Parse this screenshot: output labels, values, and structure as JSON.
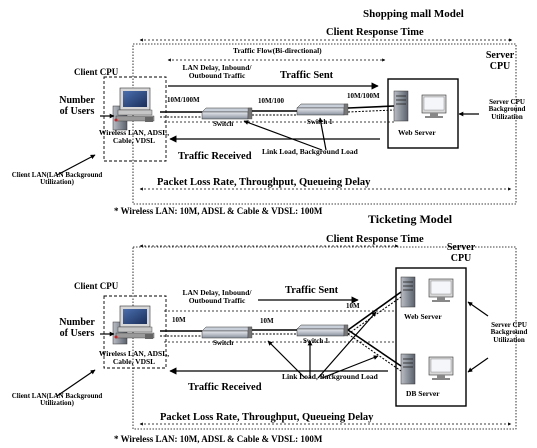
{
  "shopping": {
    "title": "Shopping mall Model",
    "client_response_time": "Client Response Time",
    "traffic_flow": "Traffic Flow(Bi-directional)",
    "client_cpu": "Client CPU",
    "server_cpu_line1": "Server",
    "server_cpu_line2": "CPU",
    "lan_delay_line1": "LAN Delay, Inbound/",
    "lan_delay_line2": "Outbound Traffic",
    "traffic_sent": "Traffic Sent",
    "link_10m_100m": "10M/100M",
    "link_10m_100_mid": "10M/100",
    "link_10m_100m_right": "10M/100M",
    "switch_label": "Switch",
    "switch1_label": "Switch 1",
    "web_server": "Web Server",
    "number_of_users_line1": "Number",
    "number_of_users_line2": "of Users",
    "server_bg_line1": "Server CPU",
    "server_bg_line2": "Background",
    "server_bg_line3": "Utilization",
    "wireless_line1": "Wireless LAN, ADSL,",
    "wireless_line2": "Cable, VDSL",
    "link_load": "Link Load, Background Load",
    "traffic_received": "Traffic Received",
    "client_lan_line1": "Client LAN(LAN Background",
    "client_lan_line2": "Utilization)",
    "packet_loss": "Packet Loss Rate, Throughput, Queueing Delay",
    "footnote": "* Wireless LAN: 10M, ADSL & Cable & VDSL: 100M"
  },
  "ticketing": {
    "title": "Ticketing Model",
    "client_response_time": "Client Response Time",
    "server_cpu_line1": "Server",
    "server_cpu_line2": "CPU",
    "client_cpu": "Client CPU",
    "lan_delay_line1": "LAN Delay, Inbound/",
    "lan_delay_line2": "Outbound Traffic",
    "traffic_sent": "Traffic Sent",
    "link_10m_left": "10M",
    "link_10m_mid": "10M",
    "link_10m_right": "10M",
    "web_server": "Web Server",
    "number_of_users_line1": "Number",
    "number_of_users_line2": "of Users",
    "switch_label": "Switch",
    "switch1_label": "Switch 1",
    "server_bg_line1": "Server CPU",
    "server_bg_line2": "Background",
    "server_bg_line3": "Utilization",
    "wireless_line1": "Wireless LAN, ADSL,",
    "wireless_line2": "Cable, VDSL",
    "link_load": "Link Load, Background Load",
    "traffic_received": "Traffic Received",
    "db_server": "DB Server",
    "client_lan_line1": "Client LAN(LAN Background",
    "client_lan_line2": "Utilization)",
    "packet_loss": "Packet Loss Rate, Throughput, Queueing Delay",
    "footnote": "* Wireless LAN: 10M, ADSL & Cable & VDSL: 100M"
  }
}
